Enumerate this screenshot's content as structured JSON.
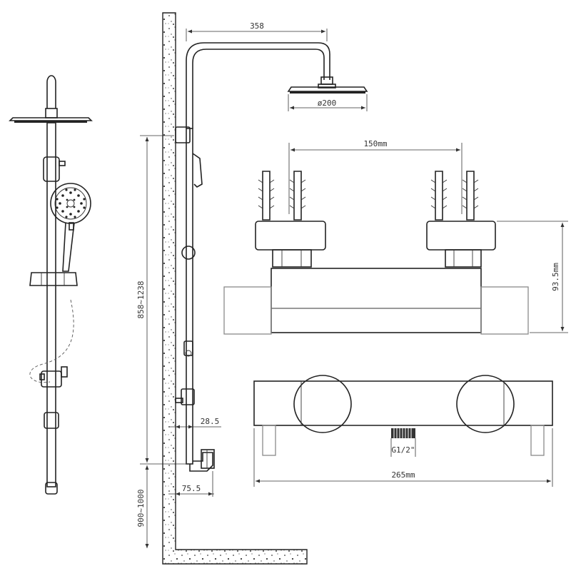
{
  "dimensions": {
    "arm_length": "358",
    "head_diameter": "ø200",
    "valve_center_spacing": "150mm",
    "valve_depth": "93.5mm",
    "valve_width": "265mm",
    "inlet_thread": "G1/2\"",
    "wall_offset_top": "28.5",
    "wall_offset_bottom": "75.5",
    "rail_height": "858~1238",
    "valve_height": "900~1000"
  },
  "colors": {
    "line": "#222222",
    "grey_line": "#8a8a8a",
    "wall_speckle": "#3a3a3a"
  }
}
